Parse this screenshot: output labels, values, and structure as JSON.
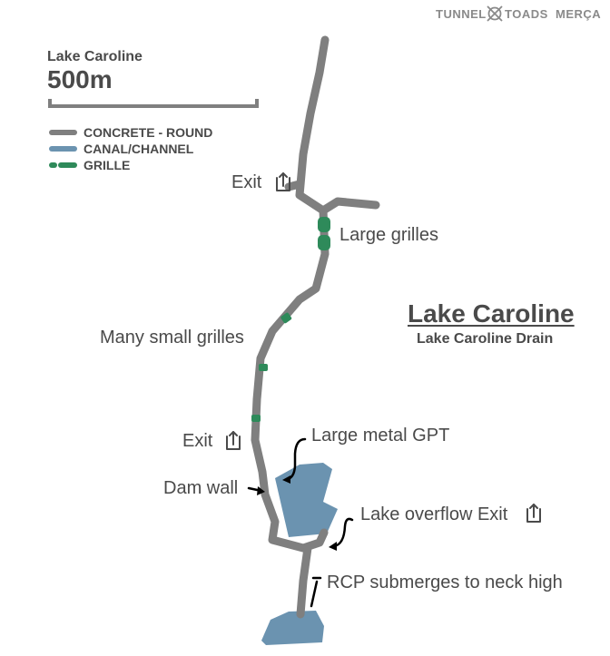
{
  "branding": {
    "left": "TUNNEL",
    "right": "TOADS",
    "partner": "MERÇA",
    "logo_icon": "crossed-circle-icon"
  },
  "legend": {
    "title": "Lake Caroline",
    "scale_label": "500m",
    "items": [
      {
        "label": "CONCRETE - ROUND",
        "color": "#7f7f7f"
      },
      {
        "label": "CANAL/CHANNEL",
        "color": "#6b93b0"
      },
      {
        "label": "GRILLE",
        "color": "#2e8a5a"
      }
    ]
  },
  "map_title": {
    "main": "Lake Caroline",
    "sub": "Lake Caroline Drain"
  },
  "annotations": {
    "exit_top": "Exit",
    "large_grilles": "Large grilles",
    "many_small_grilles": "Many small grilles",
    "exit_mid": "Exit",
    "large_metal_gpt": "Large metal GPT",
    "dam_wall": "Dam wall",
    "lake_overflow_exit": "Lake overflow Exit",
    "rcp_submerges": "RCP submerges to neck high"
  },
  "colors": {
    "concrete": "#7f7f7f",
    "canal": "#6b93b0",
    "grille": "#2e8a5a",
    "text": "#4a4a4a"
  }
}
